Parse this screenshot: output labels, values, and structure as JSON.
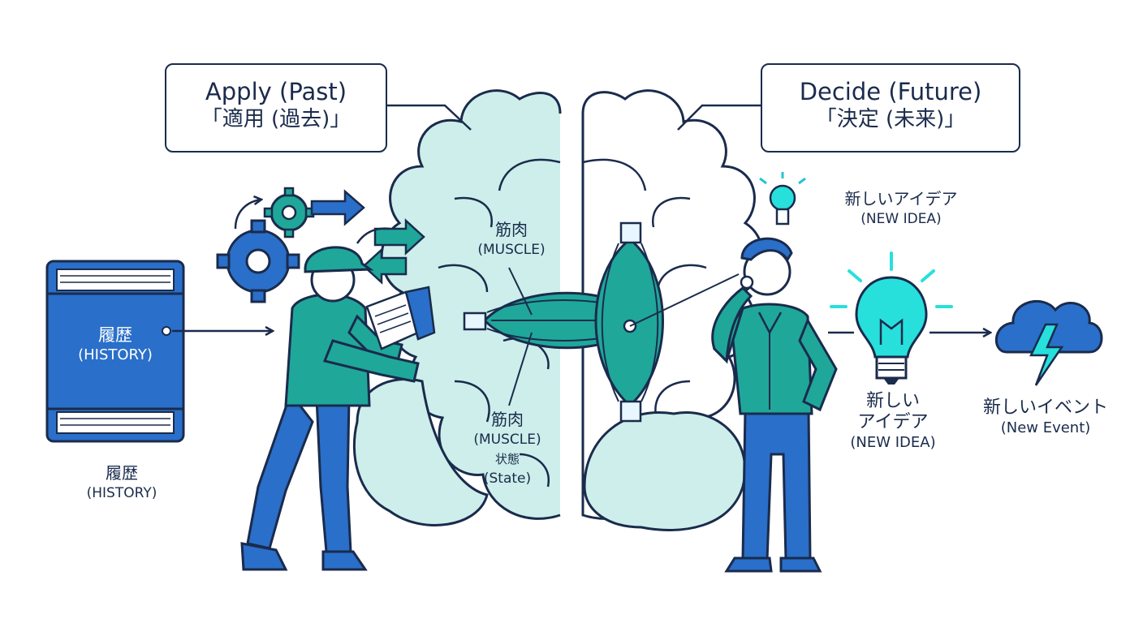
{
  "boxes": {
    "past": {
      "en": "Apply (Past)",
      "jp": "「適用 (過去)」"
    },
    "future": {
      "en": "Decide (Future)",
      "jp": "「決定 (未来)」"
    }
  },
  "book": {
    "jp": "履歴",
    "en": "(HISTORY)"
  },
  "history_label": {
    "jp": "履歴",
    "en": "(HISTORY)"
  },
  "muscle_top": {
    "jp": "筋肉",
    "en": "(MUSCLE)"
  },
  "muscle_bottom": {
    "jp": "筋肉",
    "en": "(MUSCLE)",
    "state_jp": "状態",
    "state_en": "(State)"
  },
  "idea_top": {
    "jp": "新しいアイデア",
    "en": "(NEW IDEA)"
  },
  "idea_mid": {
    "jp1": "新しい",
    "jp2": "アイデア",
    "en": "(NEW IDEA)"
  },
  "event": {
    "jp": "新しいイベント",
    "en": "(New Event)"
  },
  "icons": [
    "book-icon",
    "gear-icon",
    "arrow-icon",
    "brain-icon",
    "muscle-icon",
    "lightbulb-icon",
    "storm-cloud-icon",
    "worker-figure",
    "thinker-figure"
  ],
  "colors": {
    "navy": "#1a2b4c",
    "blue": "#2a6fc9",
    "teal": "#1fa79a",
    "mint": "#cdeeea",
    "cyan": "#27e0dc"
  }
}
